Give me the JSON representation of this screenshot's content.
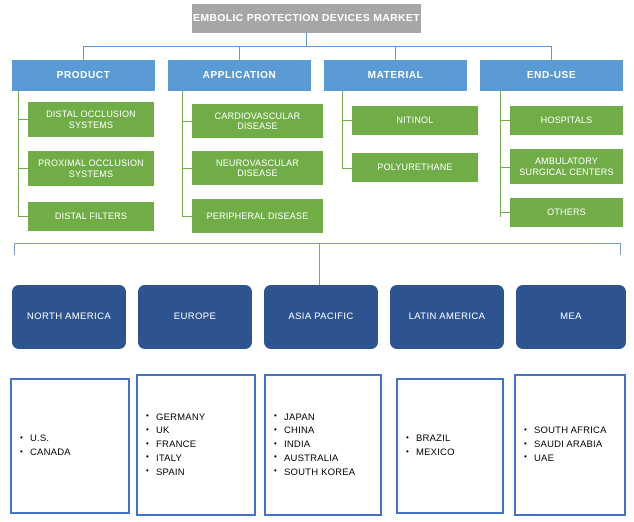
{
  "diagram": {
    "title": "EMBOLIC PROTECTION DEVICES MARKET",
    "colors": {
      "root": "#A6A6A6",
      "category": "#5B9BD5",
      "leaf": "#70AD47",
      "region": "#2E5391",
      "country_border": "#4472C4"
    },
    "categories": [
      {
        "label": "PRODUCT",
        "items": [
          {
            "label": "DISTAL OCCLUSION SYSTEMS"
          },
          {
            "label": "PROXIMAL OCCLUSION SYSTEMS"
          },
          {
            "label": "DISTAL FILTERS"
          }
        ]
      },
      {
        "label": "APPLICATION",
        "items": [
          {
            "label": "CARDIOVASCULAR DISEASE"
          },
          {
            "label": "NEUROVASCULAR DISEASE"
          },
          {
            "label": "PERIPHERAL DISEASE"
          }
        ]
      },
      {
        "label": "MATERIAL",
        "items": [
          {
            "label": "NITINOL"
          },
          {
            "label": "POLYURETHANE"
          }
        ]
      },
      {
        "label": "END-USE",
        "items": [
          {
            "label": "HOSPITALS"
          },
          {
            "label": "AMBULATORY SURGICAL CENTERS"
          },
          {
            "label": "OTHERS"
          }
        ]
      }
    ],
    "regions": [
      {
        "label": "NORTH AMERICA",
        "countries": [
          "U.S.",
          "CANADA"
        ]
      },
      {
        "label": "EUROPE",
        "countries": [
          "GERMANY",
          "UK",
          "FRANCE",
          "ITALY",
          "SPAIN"
        ]
      },
      {
        "label": "ASIA PACIFIC",
        "countries": [
          "JAPAN",
          "CHINA",
          "INDIA",
          "AUSTRALIA",
          "SOUTH KOREA"
        ]
      },
      {
        "label": "LATIN AMERICA",
        "countries": [
          "BRAZIL",
          "MEXICO"
        ]
      },
      {
        "label": "MEA",
        "countries": [
          "SOUTH AFRICA",
          "SAUDI ARABIA",
          "UAE"
        ]
      }
    ]
  }
}
